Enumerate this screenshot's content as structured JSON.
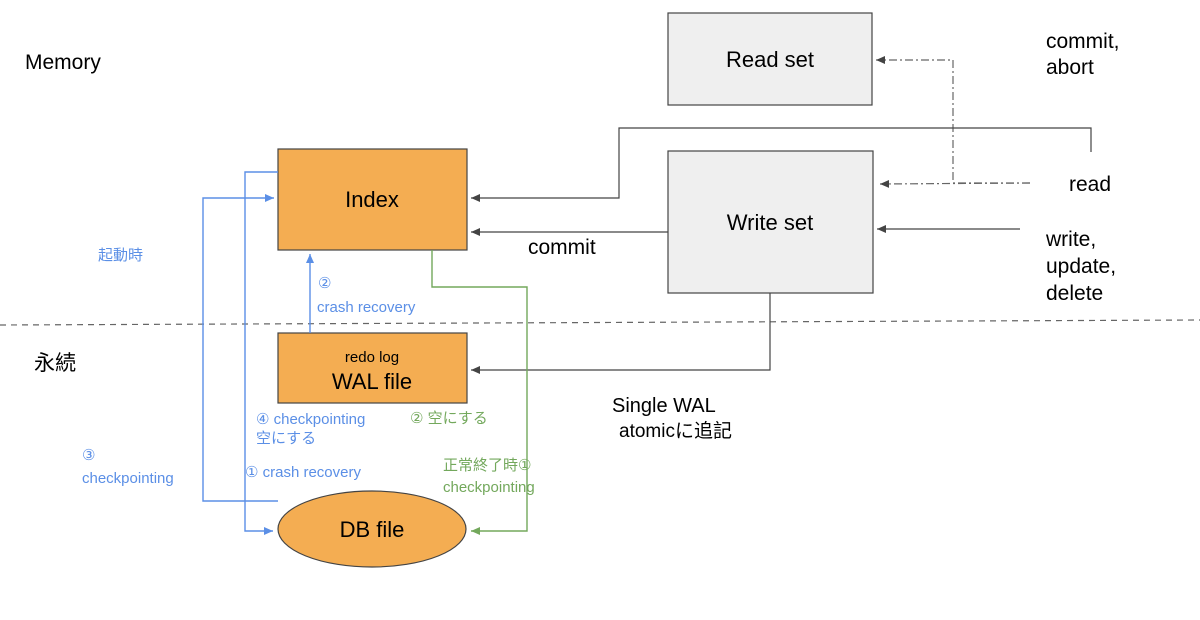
{
  "regions": {
    "memory": "Memory",
    "persistent": "永続"
  },
  "nodes": {
    "read_set": "Read set",
    "write_set": "Write set",
    "index": "Index",
    "wal_file_sub": "redo log",
    "wal_file": "WAL file",
    "db_file": "DB file"
  },
  "inputs": {
    "commit_abort_line1": "commit,",
    "commit_abort_line2": "abort",
    "read": "read",
    "write_line1": "write,",
    "write_line2": "update,",
    "write_line3": "delete"
  },
  "edge_labels": {
    "commit": "commit",
    "startup": "起動時",
    "crash_recovery_2_num": "②",
    "crash_recovery_2": "crash recovery",
    "checkpointing_4": "④ checkpointing",
    "empty_4": "空にする",
    "empty_2_green": "② 空にする",
    "crash_recovery_1": "① crash recovery",
    "checkpointing_3_num": "③",
    "checkpointing_3": "checkpointing",
    "normal_exit_1": "正常終了時①",
    "normal_exit_checkpointing": "checkpointing"
  },
  "notes": {
    "single_wal": "Single WAL",
    "atomic_append": "atomicに追記"
  },
  "colors": {
    "orange_fill": "#f4ad52",
    "gray_fill": "#efefef",
    "blue": "#5b8fe6",
    "green": "#73a85c",
    "dark": "#444444"
  }
}
